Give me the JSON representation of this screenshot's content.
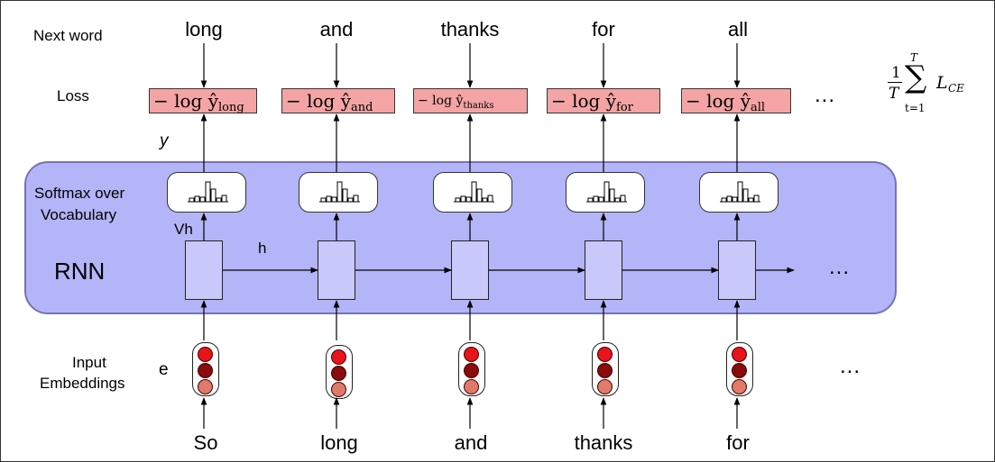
{
  "labels": {
    "next_word": "Next word",
    "loss": "Loss",
    "y": "y",
    "softmax_line1": "Softmax over",
    "softmax_line2": "Vocabulary",
    "vh": "Vh",
    "h": "h",
    "rnn": "RNN",
    "input_line1": "Input",
    "input_line2": "Embeddings",
    "e": "e",
    "ellipsis": "..."
  },
  "next_words": [
    "long",
    "and",
    "thanks",
    "for",
    "all"
  ],
  "input_words": [
    "So",
    "long",
    "and",
    "thanks",
    "for"
  ],
  "loss_terms": [
    {
      "prefix": "− log ŷ",
      "sub": "long"
    },
    {
      "prefix": "− log ŷ",
      "sub": "and"
    },
    {
      "prefix": "− log ŷ",
      "sub": "thanks"
    },
    {
      "prefix": "− log ŷ",
      "sub": "for"
    },
    {
      "prefix": "− log ŷ",
      "sub": "all"
    }
  ],
  "formula": {
    "frac_num": "1",
    "frac_den": "T",
    "sum_top": "T",
    "sum_bottom": "t=1",
    "term": "L",
    "term_sub": "CE"
  },
  "colors": {
    "rnn_fill": "#b4b4f8",
    "loss_fill": "#f4a4a4",
    "embed_top": "#e8141a",
    "embed_mid": "#8a0c0c",
    "embed_bottom": "#e07a6a"
  }
}
